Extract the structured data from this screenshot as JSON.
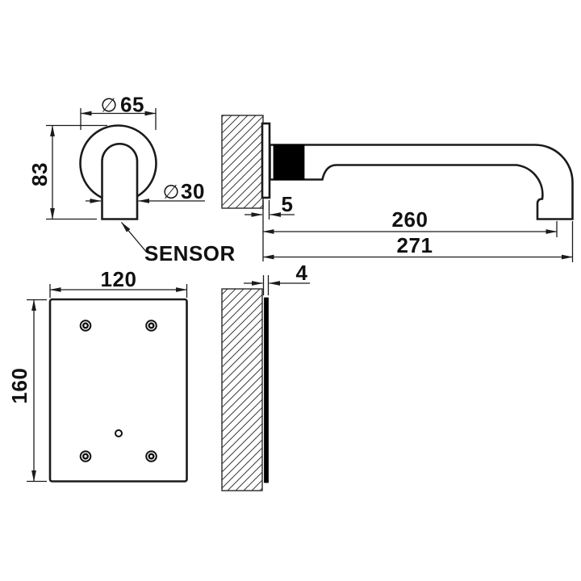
{
  "colors": {
    "line": "#1b1b1b",
    "background": "#ffffff",
    "solid_fill": "#000000"
  },
  "views": {
    "front": {
      "flange_diameter": {
        "symbol": "∅",
        "value": "65"
      },
      "overall_height": {
        "value": "83"
      },
      "spout_diameter": {
        "symbol": "∅",
        "value": "30"
      },
      "callout": "SENSOR"
    },
    "side": {
      "flange_projection": "5",
      "spout_reach": "260",
      "overall_length": "271"
    },
    "mounting_plate_front": {
      "width": "120",
      "height": "160"
    },
    "mounting_plate_side": {
      "thickness": "4"
    }
  }
}
